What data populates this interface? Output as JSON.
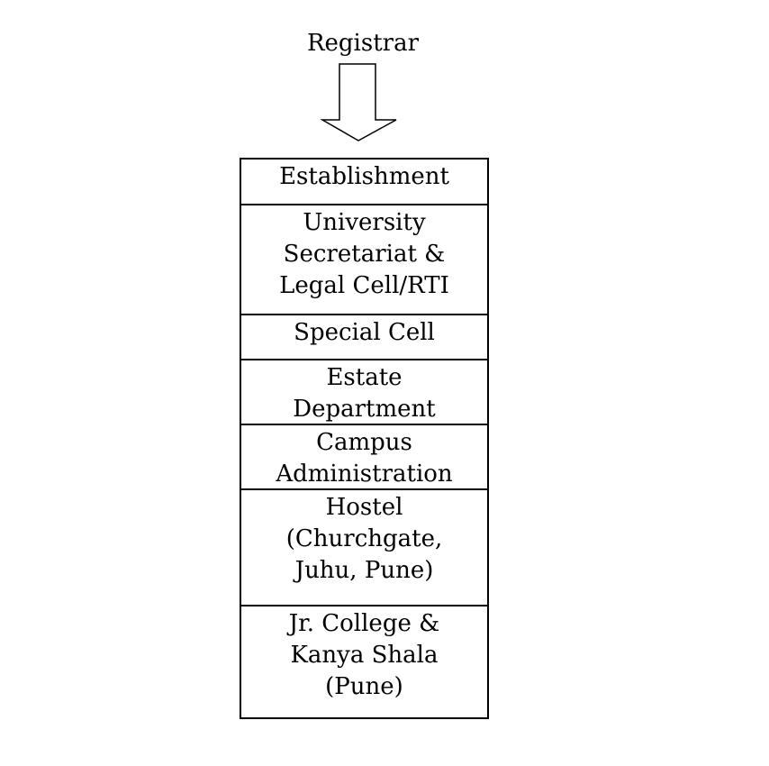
{
  "diagram": {
    "title": "Registrar",
    "departments": [
      {
        "lines": [
          "Establishment"
        ]
      },
      {
        "lines": [
          "University",
          "Secretariat &",
          "Legal Cell/RTI"
        ]
      },
      {
        "lines": [
          "Special Cell"
        ]
      },
      {
        "lines": [
          "Estate",
          "Department"
        ]
      },
      {
        "lines": [
          "Campus",
          "Administration"
        ]
      },
      {
        "lines": [
          "Hostel",
          "(Churchgate,",
          "Juhu, Pune)"
        ]
      },
      {
        "lines": [
          "Jr. College &",
          "Kanya Shala",
          "(Pune)"
        ]
      }
    ]
  }
}
